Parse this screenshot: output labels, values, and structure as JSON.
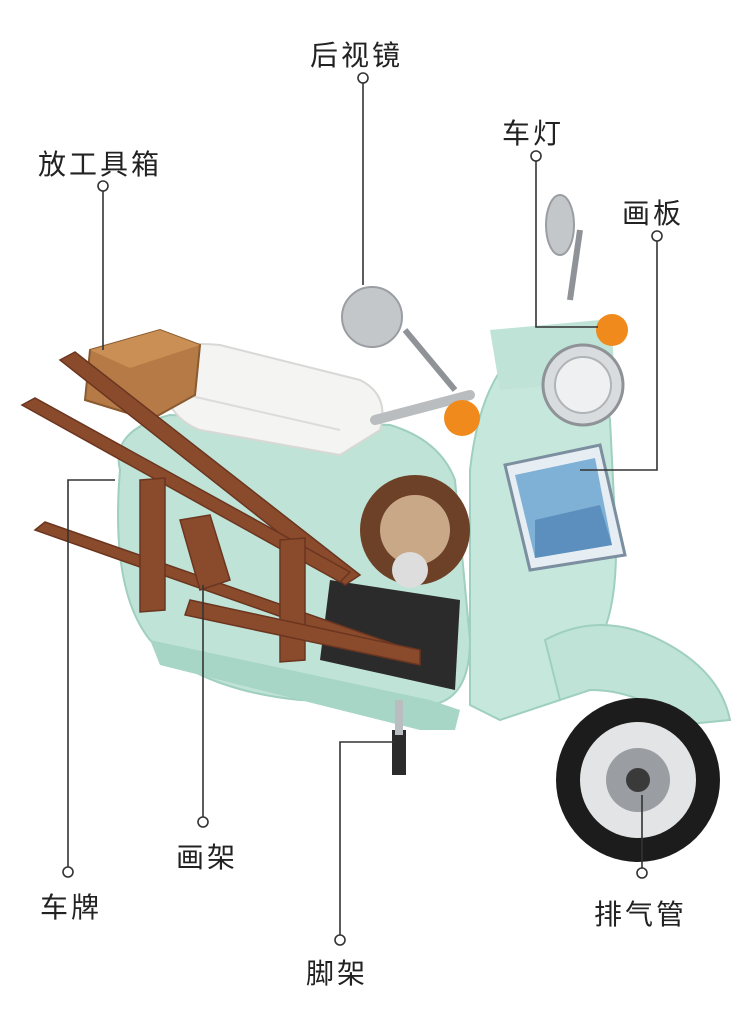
{
  "image": {
    "description_alt": "Brick-built mint green scooter with wooden easel rack, annotated parts"
  },
  "callouts": {
    "mirror": "后视镜",
    "headlight": "车灯",
    "toolbox": "放工具箱",
    "drawing_board": "画板",
    "easel": "画架",
    "license_plate": "车牌",
    "exhaust": "排气管",
    "kickstand": "脚架"
  },
  "colors": {
    "body": "#bfe3d6",
    "body_shade": "#9fcfbf",
    "wood": "#8a4b2c",
    "wood_dark": "#6b3520",
    "seat": "#f4f4f2",
    "chrome": "#b9bdc0",
    "amber": "#f08a1c",
    "tire": "#1c1c1c",
    "leader": "#333333"
  }
}
